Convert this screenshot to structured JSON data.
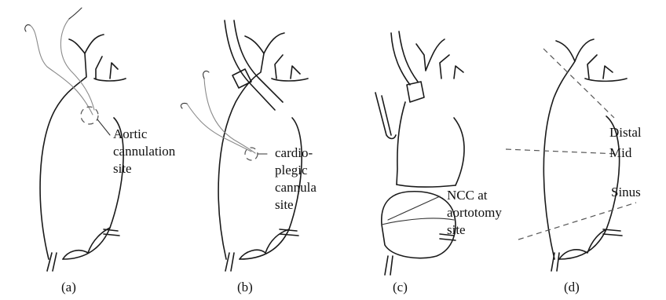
{
  "panels": [
    {
      "caption": "(a)",
      "annotation": [
        "Aortic",
        "cannulation",
        "site"
      ]
    },
    {
      "caption": "(b)",
      "annotation": [
        "cardio-",
        "plegic",
        "cannula",
        "site"
      ]
    },
    {
      "caption": "(c)",
      "annotation": [
        "NCC at",
        "aortotomy",
        "site"
      ]
    },
    {
      "caption": "(d)",
      "annotation": [
        "Distal",
        "Mid",
        "Sinus"
      ]
    }
  ]
}
